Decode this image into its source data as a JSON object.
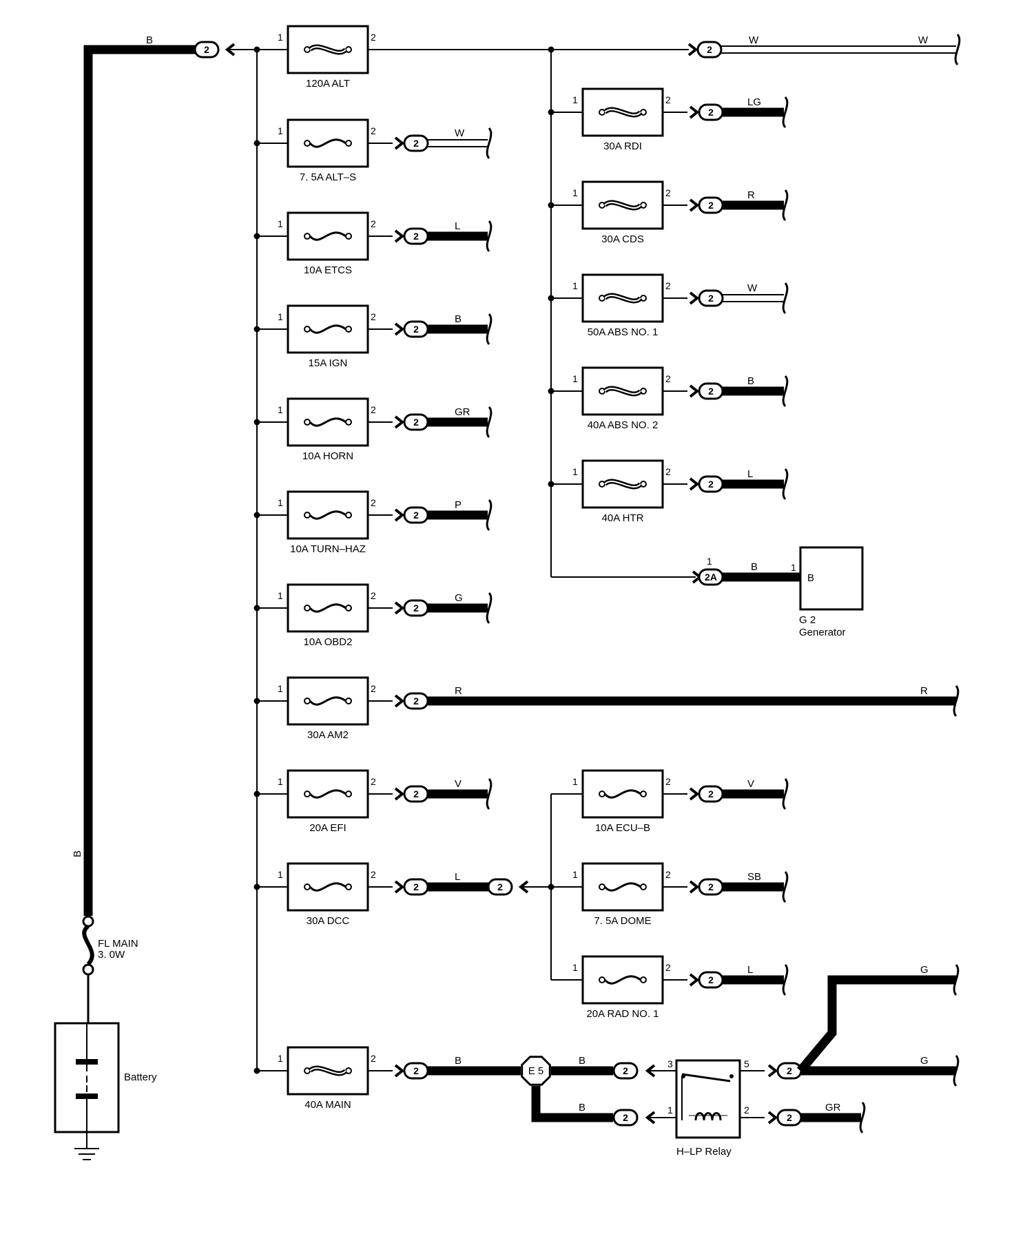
{
  "left_wires": {
    "top": "B",
    "vertical": "B"
  },
  "fl_main": {
    "line1": "FL MAIN",
    "line2": "3. 0W"
  },
  "battery": {
    "label": "Battery"
  },
  "generator": {
    "code": "G 2",
    "name": "Generator",
    "terminal": "B",
    "pin": "1",
    "connector": "2A",
    "connector_pin": "1",
    "wire": "B"
  },
  "relay": {
    "name": "H–LP Relay",
    "pin3": "3",
    "pin5": "5",
    "pin1": "1",
    "pin2": "2"
  },
  "junction": {
    "label": "E 5"
  },
  "connector_num": "2",
  "left_fuses": [
    {
      "label": "120A ALT",
      "type": "heavy",
      "wire": "W",
      "wire_end": "W",
      "pin_in": "1",
      "pin_out": "2"
    },
    {
      "label": "7. 5A ALT–S",
      "type": "light",
      "wire": "W",
      "pin_in": "1",
      "pin_out": "2"
    },
    {
      "label": "10A ETCS",
      "type": "light",
      "wire": "L",
      "pin_in": "1",
      "pin_out": "2"
    },
    {
      "label": "15A IGN",
      "type": "light",
      "wire": "B",
      "pin_in": "1",
      "pin_out": "2"
    },
    {
      "label": "10A HORN",
      "type": "light",
      "wire": "GR",
      "pin_in": "1",
      "pin_out": "2"
    },
    {
      "label": "10A TURN–HAZ",
      "type": "light",
      "wire": "P",
      "pin_in": "1",
      "pin_out": "2"
    },
    {
      "label": "10A OBD2",
      "type": "light",
      "wire": "G",
      "pin_in": "1",
      "pin_out": "2"
    },
    {
      "label": "30A AM2",
      "type": "light",
      "wire": "R",
      "wire_end": "R",
      "pin_in": "1",
      "pin_out": "2"
    },
    {
      "label": "20A EFI",
      "type": "light",
      "wire": "V",
      "pin_in": "1",
      "pin_out": "2"
    },
    {
      "label": "30A DCC",
      "type": "light",
      "wire": "L",
      "pin_in": "1",
      "pin_out": "2"
    },
    {
      "label": "40A MAIN",
      "type": "heavy",
      "wire": "B",
      "pin_in": "1",
      "pin_out": "2"
    }
  ],
  "right_fuses_top": [
    {
      "label": "30A RDI",
      "wire": "LG",
      "pin_in": "1",
      "pin_out": "2"
    },
    {
      "label": "30A CDS",
      "wire": "R",
      "pin_in": "1",
      "pin_out": "2"
    },
    {
      "label": "50A ABS NO. 1",
      "wire": "W",
      "pin_in": "1",
      "pin_out": "2"
    },
    {
      "label": "40A ABS NO. 2",
      "wire": "B",
      "pin_in": "1",
      "pin_out": "2"
    },
    {
      "label": "40A HTR",
      "wire": "L",
      "pin_in": "1",
      "pin_out": "2"
    }
  ],
  "right_fuses_bottom": [
    {
      "label": "10A ECU–B",
      "wire": "V",
      "pin_in": "1",
      "pin_out": "2"
    },
    {
      "label": "7. 5A DOME",
      "wire": "SB",
      "pin_in": "1",
      "pin_out": "2"
    },
    {
      "label": "20A RAD NO. 1",
      "wire": "L",
      "pin_in": "1",
      "pin_out": "2"
    }
  ],
  "main_branch": {
    "e5_top_wire": "B",
    "e5_bottom_wire": "B",
    "g_upper": "G",
    "g_lower": "G",
    "relay_out_wire": "GR"
  }
}
